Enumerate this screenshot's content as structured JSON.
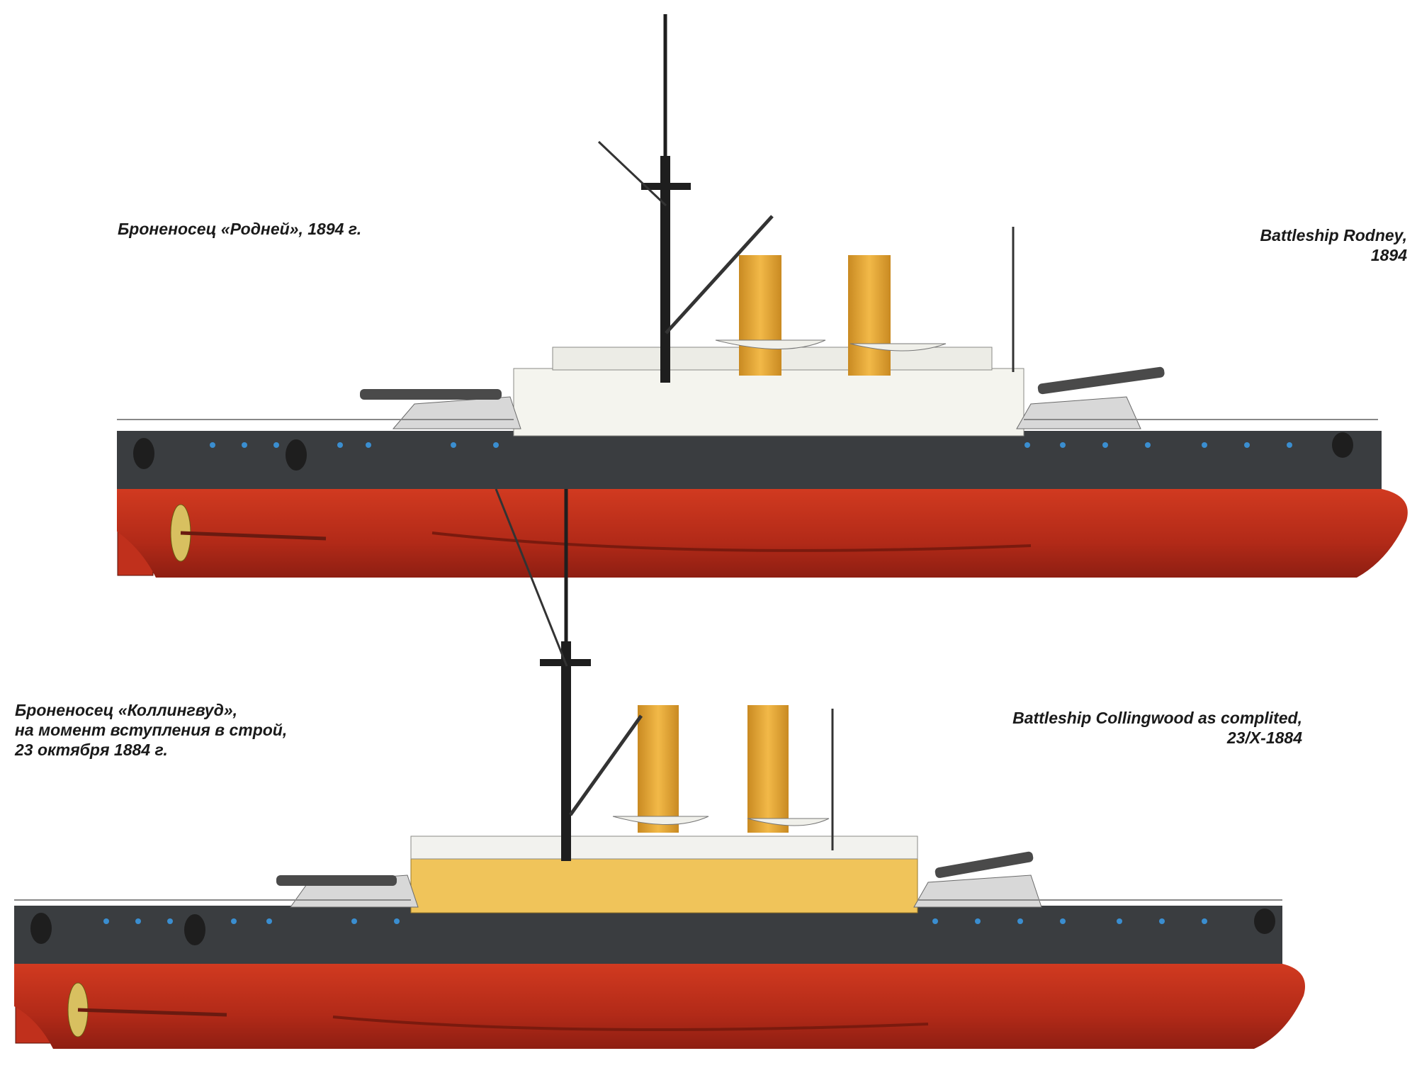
{
  "plates": [
    {
      "ru_caption": [
        "Броненосец «Родней», 1894 г."
      ],
      "en_caption": [
        "Battleship Rodney,",
        "1894"
      ],
      "colors": {
        "hull_bottom": "#c0301c",
        "hull_band": "#3a3d40",
        "superstructure": "#f4f4ee",
        "funnels": "#e8a736",
        "masts": "#1e1e1e"
      }
    },
    {
      "ru_caption": [
        "Броненосец «Коллингвуд»,",
        "на момент вступления в строй,",
        "23 октября 1884 г."
      ],
      "en_caption": [
        "Battleship Collingwood as complited,",
        "23/X-1884"
      ],
      "colors": {
        "hull_bottom": "#c0301c",
        "hull_band": "#3a3d40",
        "superstructure": "#f0c45a",
        "funnels": "#e8a736",
        "masts": "#1e1e1e"
      }
    }
  ]
}
